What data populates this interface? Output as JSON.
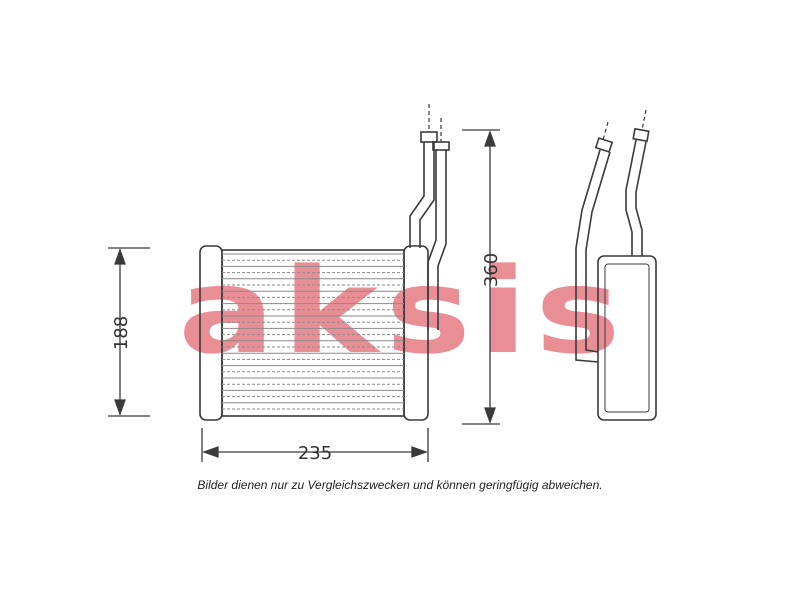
{
  "watermark": {
    "text": "aksis",
    "color": "#d9333f",
    "color_light": "#7a85c8"
  },
  "dimensions": {
    "height_label": "188",
    "width_label": "235",
    "total_height_label": "360"
  },
  "caption": "Bilder dienen nur zu Vergleichszwecken und können geringfügig abweichen.",
  "colors": {
    "line": "#3a3a3a",
    "fin": "#8a8a8a"
  }
}
